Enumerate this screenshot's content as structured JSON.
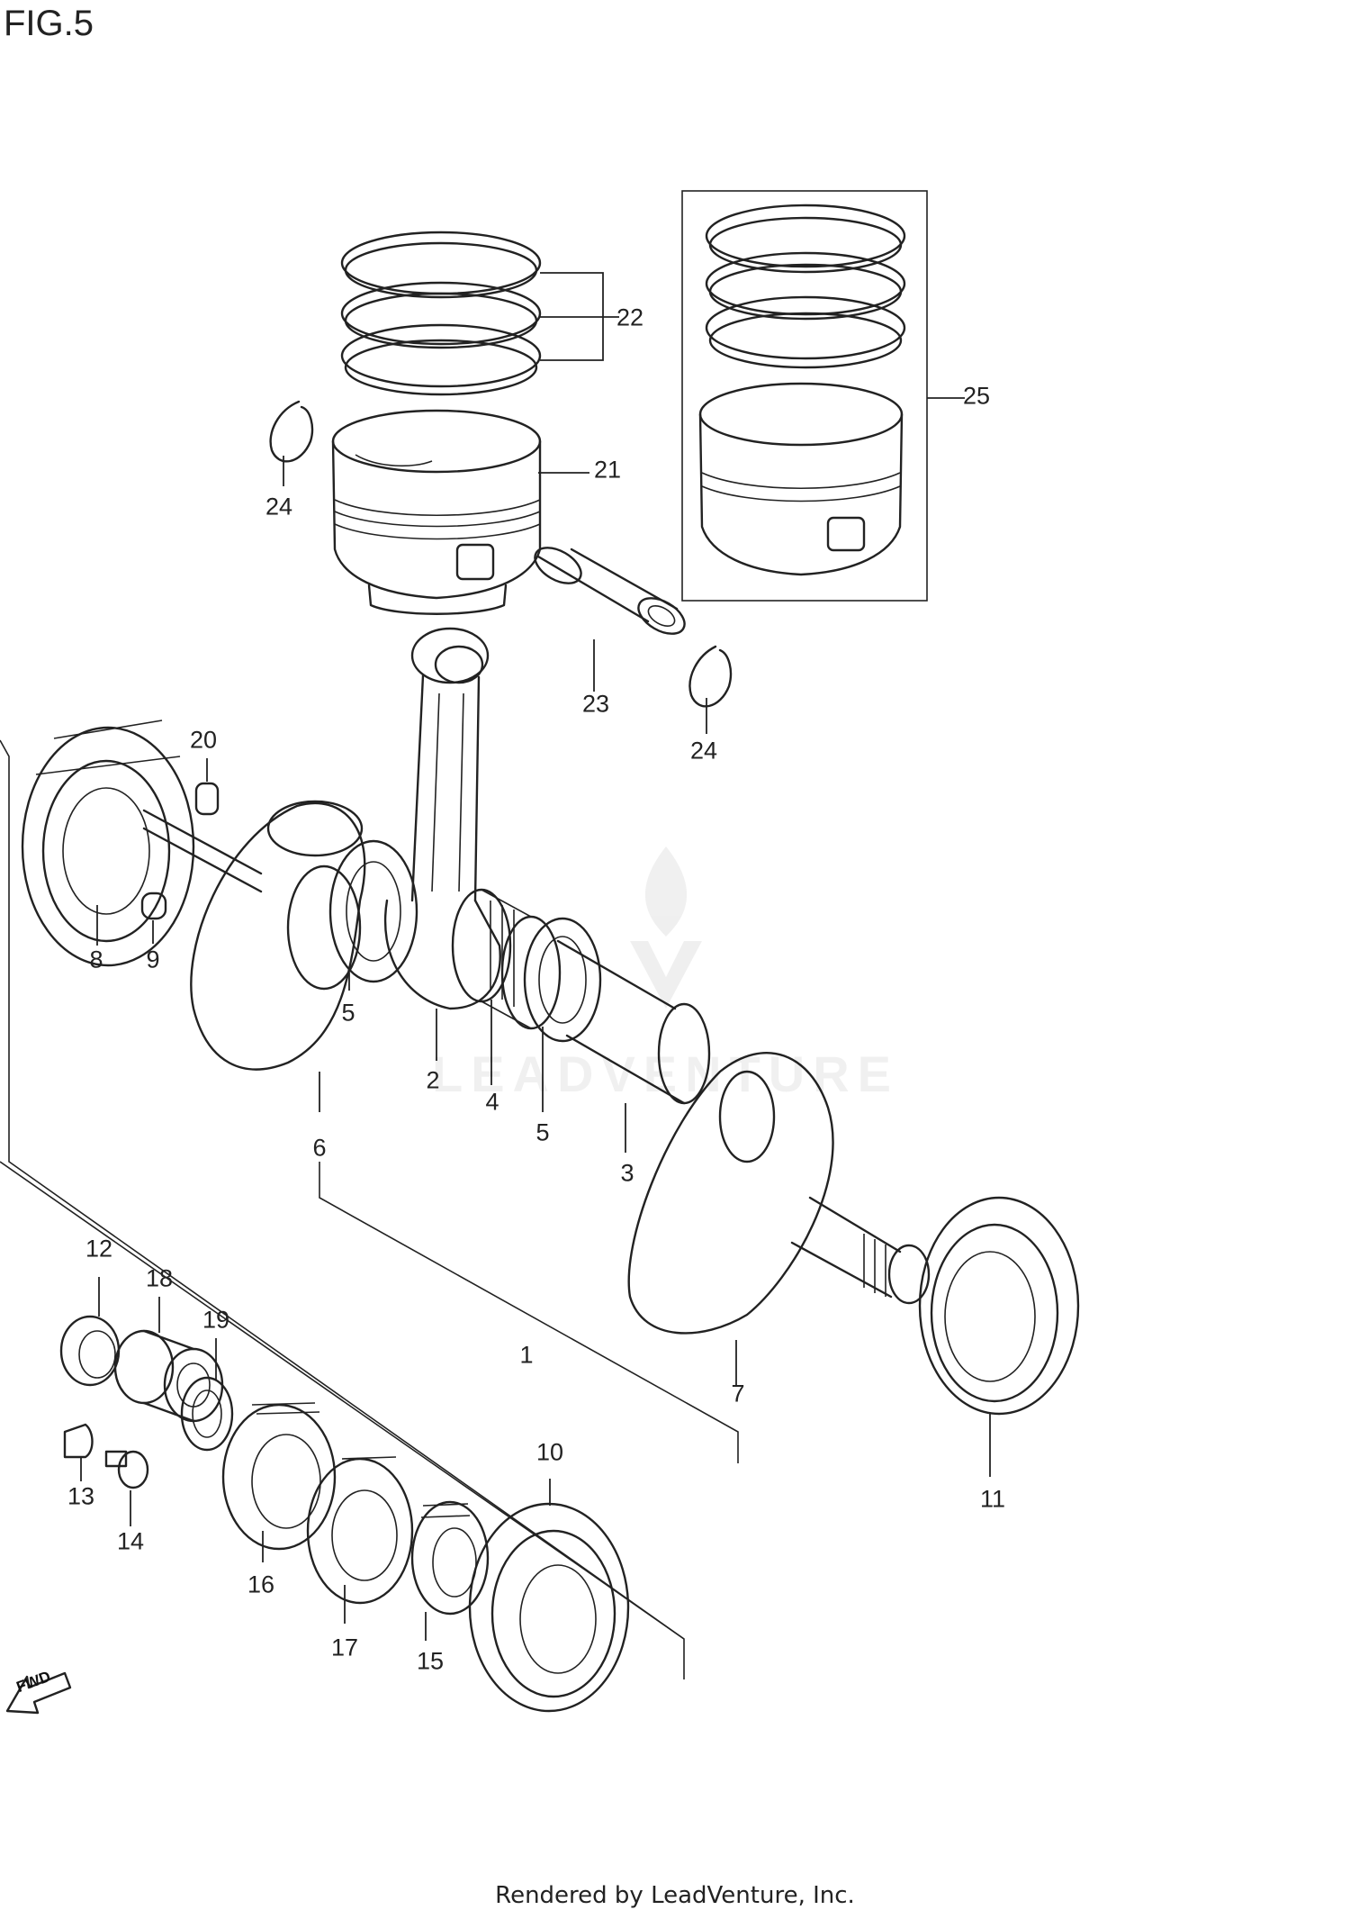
{
  "figure": {
    "title": "FIG.5",
    "footer": "Rendered by LeadVenture, Inc.",
    "watermark": "LEADVENTURE",
    "direction_tag": "FWD"
  },
  "callouts": {
    "c1": "1",
    "c2": "2",
    "c3": "3",
    "c4": "4",
    "c5a": "5",
    "c5b": "5",
    "c6": "6",
    "c7": "7",
    "c8": "8",
    "c9": "9",
    "c10": "10",
    "c11": "11",
    "c12": "12",
    "c13": "13",
    "c14": "14",
    "c15": "15",
    "c16": "16",
    "c17": "17",
    "c18": "18",
    "c19": "19",
    "c20": "20",
    "c21": "21",
    "c22": "22",
    "c23": "23",
    "c24a": "24",
    "c24b": "24",
    "c25": "25"
  }
}
